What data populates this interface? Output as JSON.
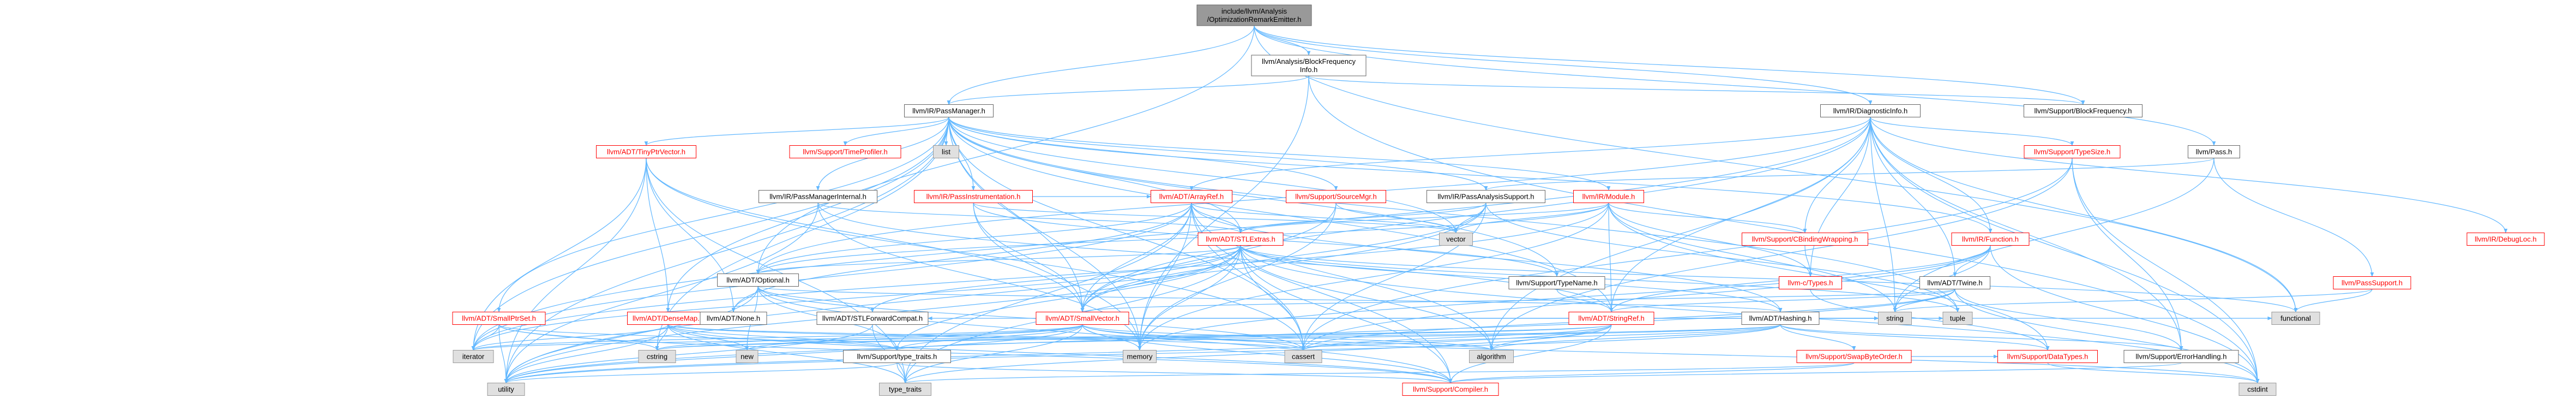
{
  "diagram": {
    "colors": {
      "edge": "#63b8ff",
      "root_fill": "#999999",
      "default_fill": "#ffffff",
      "default_border": "#666666",
      "red_text": "#ff0000",
      "red_border": "#ff0000",
      "gray_fill": "#e0e0e0",
      "gray_border": "#999999"
    },
    "nodes": [
      {
        "id": "root",
        "lines": [
          "include/llvm/Analysis",
          "/OptimizationRemarkEmitter.h"
        ],
        "style": "root"
      },
      {
        "id": "bfi",
        "lines": [
          "llvm/Analysis/BlockFrequency",
          "Info.h"
        ],
        "style": "normal"
      },
      {
        "id": "diag",
        "lines": [
          "llvm/IR/DiagnosticInfo.h"
        ],
        "style": "normal"
      },
      {
        "id": "pm",
        "lines": [
          "llvm/IR/PassManager.h"
        ],
        "style": "normal"
      },
      {
        "id": "bfreq",
        "lines": [
          "llvm/Support/BlockFrequency.h"
        ],
        "style": "normal"
      },
      {
        "id": "pass",
        "lines": [
          "llvm/Pass.h"
        ],
        "style": "normal"
      },
      {
        "id": "tpv",
        "lines": [
          "llvm/ADT/TinyPtrVector.h"
        ],
        "style": "red"
      },
      {
        "id": "timeprof",
        "lines": [
          "llvm/Support/TimeProfiler.h"
        ],
        "style": "red"
      },
      {
        "id": "list",
        "lines": [
          "list"
        ],
        "style": "gray"
      },
      {
        "id": "typesize",
        "lines": [
          "llvm/Support/TypeSize.h"
        ],
        "style": "red"
      },
      {
        "id": "debugloc",
        "lines": [
          "llvm/IR/DebugLoc.h"
        ],
        "style": "red"
      },
      {
        "id": "pmi",
        "lines": [
          "llvm/IR/PassManagerInternal.h"
        ],
        "style": "normal"
      },
      {
        "id": "pinst",
        "lines": [
          "llvm/IR/PassInstrumentation.h"
        ],
        "style": "red"
      },
      {
        "id": "arrayref",
        "lines": [
          "llvm/ADT/ArrayRef.h"
        ],
        "style": "red"
      },
      {
        "id": "srcmgr",
        "lines": [
          "llvm/Support/SourceMgr.h"
        ],
        "style": "red"
      },
      {
        "id": "pas",
        "lines": [
          "llvm/IR/PassAnalysisSupport.h"
        ],
        "style": "normal"
      },
      {
        "id": "module",
        "lines": [
          "llvm/IR/Module.h"
        ],
        "style": "red"
      },
      {
        "id": "cbw",
        "lines": [
          "llvm/Support/CBindingWrapping.h"
        ],
        "style": "red"
      },
      {
        "id": "function",
        "lines": [
          "llvm/IR/Function.h"
        ],
        "style": "red"
      },
      {
        "id": "psupport",
        "lines": [
          "llvm/PassSupport.h"
        ],
        "style": "red"
      },
      {
        "id": "vector",
        "lines": [
          "vector"
        ],
        "style": "gray"
      },
      {
        "id": "stlextras",
        "lines": [
          "llvm/ADT/STLExtras.h"
        ],
        "style": "red"
      },
      {
        "id": "optional",
        "lines": [
          "llvm/ADT/Optional.h"
        ],
        "style": "normal"
      },
      {
        "id": "typename",
        "lines": [
          "llvm/Support/TypeName.h"
        ],
        "style": "normal"
      },
      {
        "id": "ctypes",
        "lines": [
          "llvm-c/Types.h"
        ],
        "style": "red"
      },
      {
        "id": "twine",
        "lines": [
          "llvm/ADT/Twine.h"
        ],
        "style": "normal"
      },
      {
        "id": "smallptrset",
        "lines": [
          "llvm/ADT/SmallPtrSet.h"
        ],
        "style": "red"
      },
      {
        "id": "densemap",
        "lines": [
          "llvm/ADT/DenseMap.h"
        ],
        "style": "red"
      },
      {
        "id": "none",
        "lines": [
          "llvm/ADT/None.h"
        ],
        "style": "normal"
      },
      {
        "id": "stlfwd",
        "lines": [
          "llvm/ADT/STLForwardCompat.h"
        ],
        "style": "normal"
      },
      {
        "id": "smallvector",
        "lines": [
          "llvm/ADT/SmallVector.h"
        ],
        "style": "red"
      },
      {
        "id": "stringref",
        "lines": [
          "llvm/ADT/StringRef.h"
        ],
        "style": "red"
      },
      {
        "id": "hashing",
        "lines": [
          "llvm/ADT/Hashing.h"
        ],
        "style": "normal"
      },
      {
        "id": "iterator",
        "lines": [
          "iterator"
        ],
        "style": "gray"
      },
      {
        "id": "cstring",
        "lines": [
          "cstring"
        ],
        "style": "gray"
      },
      {
        "id": "new",
        "lines": [
          "new"
        ],
        "style": "gray"
      },
      {
        "id": "typetraits_h",
        "lines": [
          "llvm/Support/type_traits.h"
        ],
        "style": "normal"
      },
      {
        "id": "memory",
        "lines": [
          "memory"
        ],
        "style": "gray"
      },
      {
        "id": "cassert",
        "lines": [
          "cassert"
        ],
        "style": "gray"
      },
      {
        "id": "algorithm",
        "lines": [
          "algorithm"
        ],
        "style": "gray"
      },
      {
        "id": "swapbyte",
        "lines": [
          "llvm/Support/SwapByteOrder.h"
        ],
        "style": "red"
      },
      {
        "id": "string",
        "lines": [
          "string"
        ],
        "style": "gray"
      },
      {
        "id": "tuple",
        "lines": [
          "tuple"
        ],
        "style": "gray"
      },
      {
        "id": "datatypes",
        "lines": [
          "llvm/Support/DataTypes.h"
        ],
        "style": "red"
      },
      {
        "id": "errhandling",
        "lines": [
          "llvm/Support/ErrorHandling.h"
        ],
        "style": "normal"
      },
      {
        "id": "functional",
        "lines": [
          "functional"
        ],
        "style": "gray"
      },
      {
        "id": "utility",
        "lines": [
          "utility"
        ],
        "style": "gray"
      },
      {
        "id": "typetraits",
        "lines": [
          "type_traits"
        ],
        "style": "gray"
      },
      {
        "id": "compiler",
        "lines": [
          "llvm/Support/Compiler.h"
        ],
        "style": "red"
      },
      {
        "id": "cstdint",
        "lines": [
          "cstdint"
        ],
        "style": "gray"
      }
    ],
    "edges": [
      [
        "root",
        "bfi"
      ],
      [
        "root",
        "diag"
      ],
      [
        "root",
        "pm"
      ],
      [
        "root",
        "optional"
      ],
      [
        "root",
        "pass"
      ],
      [
        "root",
        "bfreq"
      ],
      [
        "root",
        "functional"
      ],
      [
        "bfi",
        "pm"
      ],
      [
        "bfi",
        "bfreq"
      ],
      [
        "bfi",
        "cstdint"
      ],
      [
        "bfi",
        "memory"
      ],
      [
        "diag",
        "arrayref"
      ],
      [
        "diag",
        "optional"
      ],
      [
        "diag",
        "smallvector"
      ],
      [
        "diag",
        "stringref"
      ],
      [
        "diag",
        "twine"
      ],
      [
        "diag",
        "debugloc"
      ],
      [
        "diag",
        "ctypes"
      ],
      [
        "diag",
        "cbw"
      ],
      [
        "diag",
        "errhandling"
      ],
      [
        "diag",
        "sourcemgr_dummy"
      ],
      [
        "diag",
        "typesize"
      ],
      [
        "diag",
        "algorithm"
      ],
      [
        "diag",
        "cstdint"
      ],
      [
        "diag",
        "functional"
      ],
      [
        "diag",
        "iterator"
      ],
      [
        "diag",
        "string"
      ],
      [
        "diag",
        "function"
      ],
      [
        "pm",
        "tpv"
      ],
      [
        "pm",
        "timeprof"
      ],
      [
        "pm",
        "list"
      ],
      [
        "pm",
        "pmi"
      ],
      [
        "pm",
        "pinst"
      ],
      [
        "pm",
        "pas"
      ],
      [
        "pm",
        "module"
      ],
      [
        "pm",
        "function"
      ],
      [
        "pm",
        "densemap"
      ],
      [
        "pm",
        "smallptrset"
      ],
      [
        "pm",
        "stlextras"
      ],
      [
        "pm",
        "stringref"
      ],
      [
        "pm",
        "typename"
      ],
      [
        "pm",
        "smallvector"
      ],
      [
        "pm",
        "cassert"
      ],
      [
        "pm",
        "cstring"
      ],
      [
        "pm",
        "iterator"
      ],
      [
        "pm",
        "memory"
      ],
      [
        "pm",
        "tuple"
      ],
      [
        "pm",
        "type_traits_dummy"
      ],
      [
        "pm",
        "utility"
      ],
      [
        "pm",
        "vector"
      ],
      [
        "pm",
        "srcmgr"
      ],
      [
        "pass",
        "psupport"
      ],
      [
        "pass",
        "string"
      ],
      [
        "pass",
        "pas"
      ],
      [
        "tpv",
        "densemap"
      ],
      [
        "tpv",
        "none"
      ],
      [
        "tpv",
        "smallvector"
      ],
      [
        "tpv",
        "cassert"
      ],
      [
        "tpv",
        "iterator"
      ],
      [
        "tpv",
        "typetraits"
      ],
      [
        "tpv",
        "utility"
      ],
      [
        "typesize",
        "errhandling"
      ],
      [
        "typesize",
        "cassert"
      ],
      [
        "typesize",
        "cstdint"
      ],
      [
        "typesize",
        "type_traits_x"
      ],
      [
        "typesize",
        "algorithm"
      ],
      [
        "pmi",
        "stlextras"
      ],
      [
        "pmi",
        "stringref"
      ],
      [
        "pmi",
        "memory"
      ],
      [
        "pmi",
        "utility"
      ],
      [
        "pinst",
        "arrayref"
      ],
      [
        "pinst",
        "smallvector"
      ],
      [
        "pinst",
        "typename"
      ],
      [
        "pinst",
        "vector"
      ],
      [
        "pinst",
        "memory"
      ],
      [
        "arrayref",
        "stlextras"
      ],
      [
        "arrayref",
        "smallvector"
      ],
      [
        "arrayref",
        "hashing"
      ],
      [
        "arrayref",
        "none"
      ],
      [
        "arrayref",
        "optional"
      ],
      [
        "arrayref",
        "compiler"
      ],
      [
        "arrayref",
        "algorithm"
      ],
      [
        "arrayref",
        "cassert"
      ],
      [
        "arrayref",
        "iterator"
      ],
      [
        "arrayref",
        "memory"
      ],
      [
        "arrayref",
        "vector"
      ],
      [
        "arrayref",
        "typetraits"
      ],
      [
        "srcmgr",
        "smallvector"
      ],
      [
        "srcmgr",
        "memory"
      ],
      [
        "srcmgr",
        "vector"
      ],
      [
        "pas",
        "stlextras"
      ],
      [
        "pas",
        "smallvector"
      ],
      [
        "pas",
        "cassert"
      ],
      [
        "pas",
        "vector"
      ],
      [
        "pas",
        "tuple"
      ],
      [
        "pas",
        "utility"
      ],
      [
        "module",
        "stringref"
      ],
      [
        "module",
        "stlextras"
      ],
      [
        "module",
        "cbw"
      ],
      [
        "module",
        "ctypes"
      ],
      [
        "module",
        "datatypes"
      ],
      [
        "module",
        "cstddef_x"
      ],
      [
        "module",
        "iterator"
      ],
      [
        "module",
        "memory"
      ],
      [
        "module",
        "string"
      ],
      [
        "module",
        "vector"
      ],
      [
        "module",
        "optional"
      ],
      [
        "cbw",
        "ctypes"
      ],
      [
        "function",
        "stringref"
      ],
      [
        "function",
        "twine"
      ],
      [
        "function",
        "cassert"
      ],
      [
        "function",
        "cstdint"
      ],
      [
        "function",
        "memory"
      ],
      [
        "function",
        "string"
      ],
      [
        "psupport",
        "functional"
      ],
      [
        "psupport",
        "string"
      ],
      [
        "stlextras",
        "stlfwd"
      ],
      [
        "stlextras",
        "optional"
      ],
      [
        "stlextras",
        "iterator"
      ],
      [
        "stlextras",
        "smallvector"
      ],
      [
        "stlextras",
        "compiler"
      ],
      [
        "stlextras",
        "algorithm"
      ],
      [
        "stlextras",
        "cassert"
      ],
      [
        "stlextras",
        "cstdint"
      ],
      [
        "stlextras",
        "functional"
      ],
      [
        "stlextras",
        "memory"
      ],
      [
        "stlextras",
        "tuple"
      ],
      [
        "stlextras",
        "typetraits"
      ],
      [
        "stlextras",
        "utility"
      ],
      [
        "stlextras",
        "hashing"
      ],
      [
        "stlextras",
        "typetraits_h"
      ],
      [
        "optional",
        "hashing"
      ],
      [
        "optional",
        "none"
      ],
      [
        "optional",
        "stlfwd"
      ],
      [
        "optional",
        "compiler"
      ],
      [
        "optional",
        "typetraits_h"
      ],
      [
        "optional",
        "cassert"
      ],
      [
        "optional",
        "new"
      ],
      [
        "optional",
        "utility"
      ],
      [
        "typename",
        "stringref"
      ],
      [
        "ctypes",
        "datatypes"
      ],
      [
        "twine",
        "smallvector"
      ],
      [
        "twine",
        "stringref"
      ],
      [
        "twine",
        "errhandling"
      ],
      [
        "twine",
        "cassert"
      ],
      [
        "twine",
        "cstdint"
      ],
      [
        "twine",
        "string"
      ],
      [
        "twine",
        "utility"
      ],
      [
        "smallptrset",
        "compiler"
      ],
      [
        "smallptrset",
        "cstring"
      ],
      [
        "smallptrset",
        "iterator"
      ],
      [
        "smallptrset",
        "utility"
      ],
      [
        "smallptrset",
        "typetraits_h"
      ],
      [
        "densemap",
        "compiler"
      ],
      [
        "densemap",
        "algorithm"
      ],
      [
        "densemap",
        "cassert"
      ],
      [
        "densemap",
        "cstring"
      ],
      [
        "densemap",
        "iterator"
      ],
      [
        "densemap",
        "new"
      ],
      [
        "densemap",
        "typetraits"
      ],
      [
        "densemap",
        "utility"
      ],
      [
        "densemap",
        "typetraits_h"
      ],
      [
        "stlfwd",
        "typetraits"
      ],
      [
        "stlfwd",
        "utility"
      ],
      [
        "smallvector",
        "compiler"
      ],
      [
        "smallvector",
        "typetraits_h"
      ],
      [
        "smallvector",
        "algorithm"
      ],
      [
        "smallvector",
        "cassert"
      ],
      [
        "smallvector",
        "cstring"
      ],
      [
        "smallvector",
        "iterator"
      ],
      [
        "smallvector",
        "memory"
      ],
      [
        "smallvector",
        "new"
      ],
      [
        "smallvector",
        "typetraits"
      ],
      [
        "smallvector",
        "utility"
      ],
      [
        "smallvector",
        "functional"
      ],
      [
        "smallvector",
        "cstdint"
      ],
      [
        "smallvector",
        "string"
      ],
      [
        "stringref",
        "stlfwd"
      ],
      [
        "stringref",
        "compiler"
      ],
      [
        "stringref",
        "algorithm"
      ],
      [
        "stringref",
        "cassert"
      ],
      [
        "stringref",
        "cstring"
      ],
      [
        "stringref",
        "string"
      ],
      [
        "stringref",
        "typetraits"
      ],
      [
        "stringref",
        "utility"
      ],
      [
        "stringref",
        "iterator"
      ],
      [
        "hashing",
        "errhandling"
      ],
      [
        "hashing",
        "swapbyte"
      ],
      [
        "hashing",
        "typetraits_h"
      ],
      [
        "hashing",
        "algorithm"
      ],
      [
        "hashing",
        "cassert"
      ],
      [
        "hashing",
        "cstring"
      ],
      [
        "hashing",
        "string"
      ],
      [
        "hashing",
        "tuple"
      ],
      [
        "hashing",
        "utility"
      ],
      [
        "hashing",
        "datatypes"
      ],
      [
        "typetraits_h",
        "compiler"
      ],
      [
        "typetraits_h",
        "typetraits"
      ],
      [
        "typetraits_h",
        "utility"
      ],
      [
        "swapbyte",
        "compiler"
      ],
      [
        "swapbyte",
        "datatypes"
      ],
      [
        "swapbyte",
        "cstddef_x"
      ],
      [
        "swapbyte",
        "typetraits"
      ],
      [
        "errhandling",
        "compiler"
      ],
      [
        "datatypes",
        "cstdint"
      ]
    ]
  }
}
